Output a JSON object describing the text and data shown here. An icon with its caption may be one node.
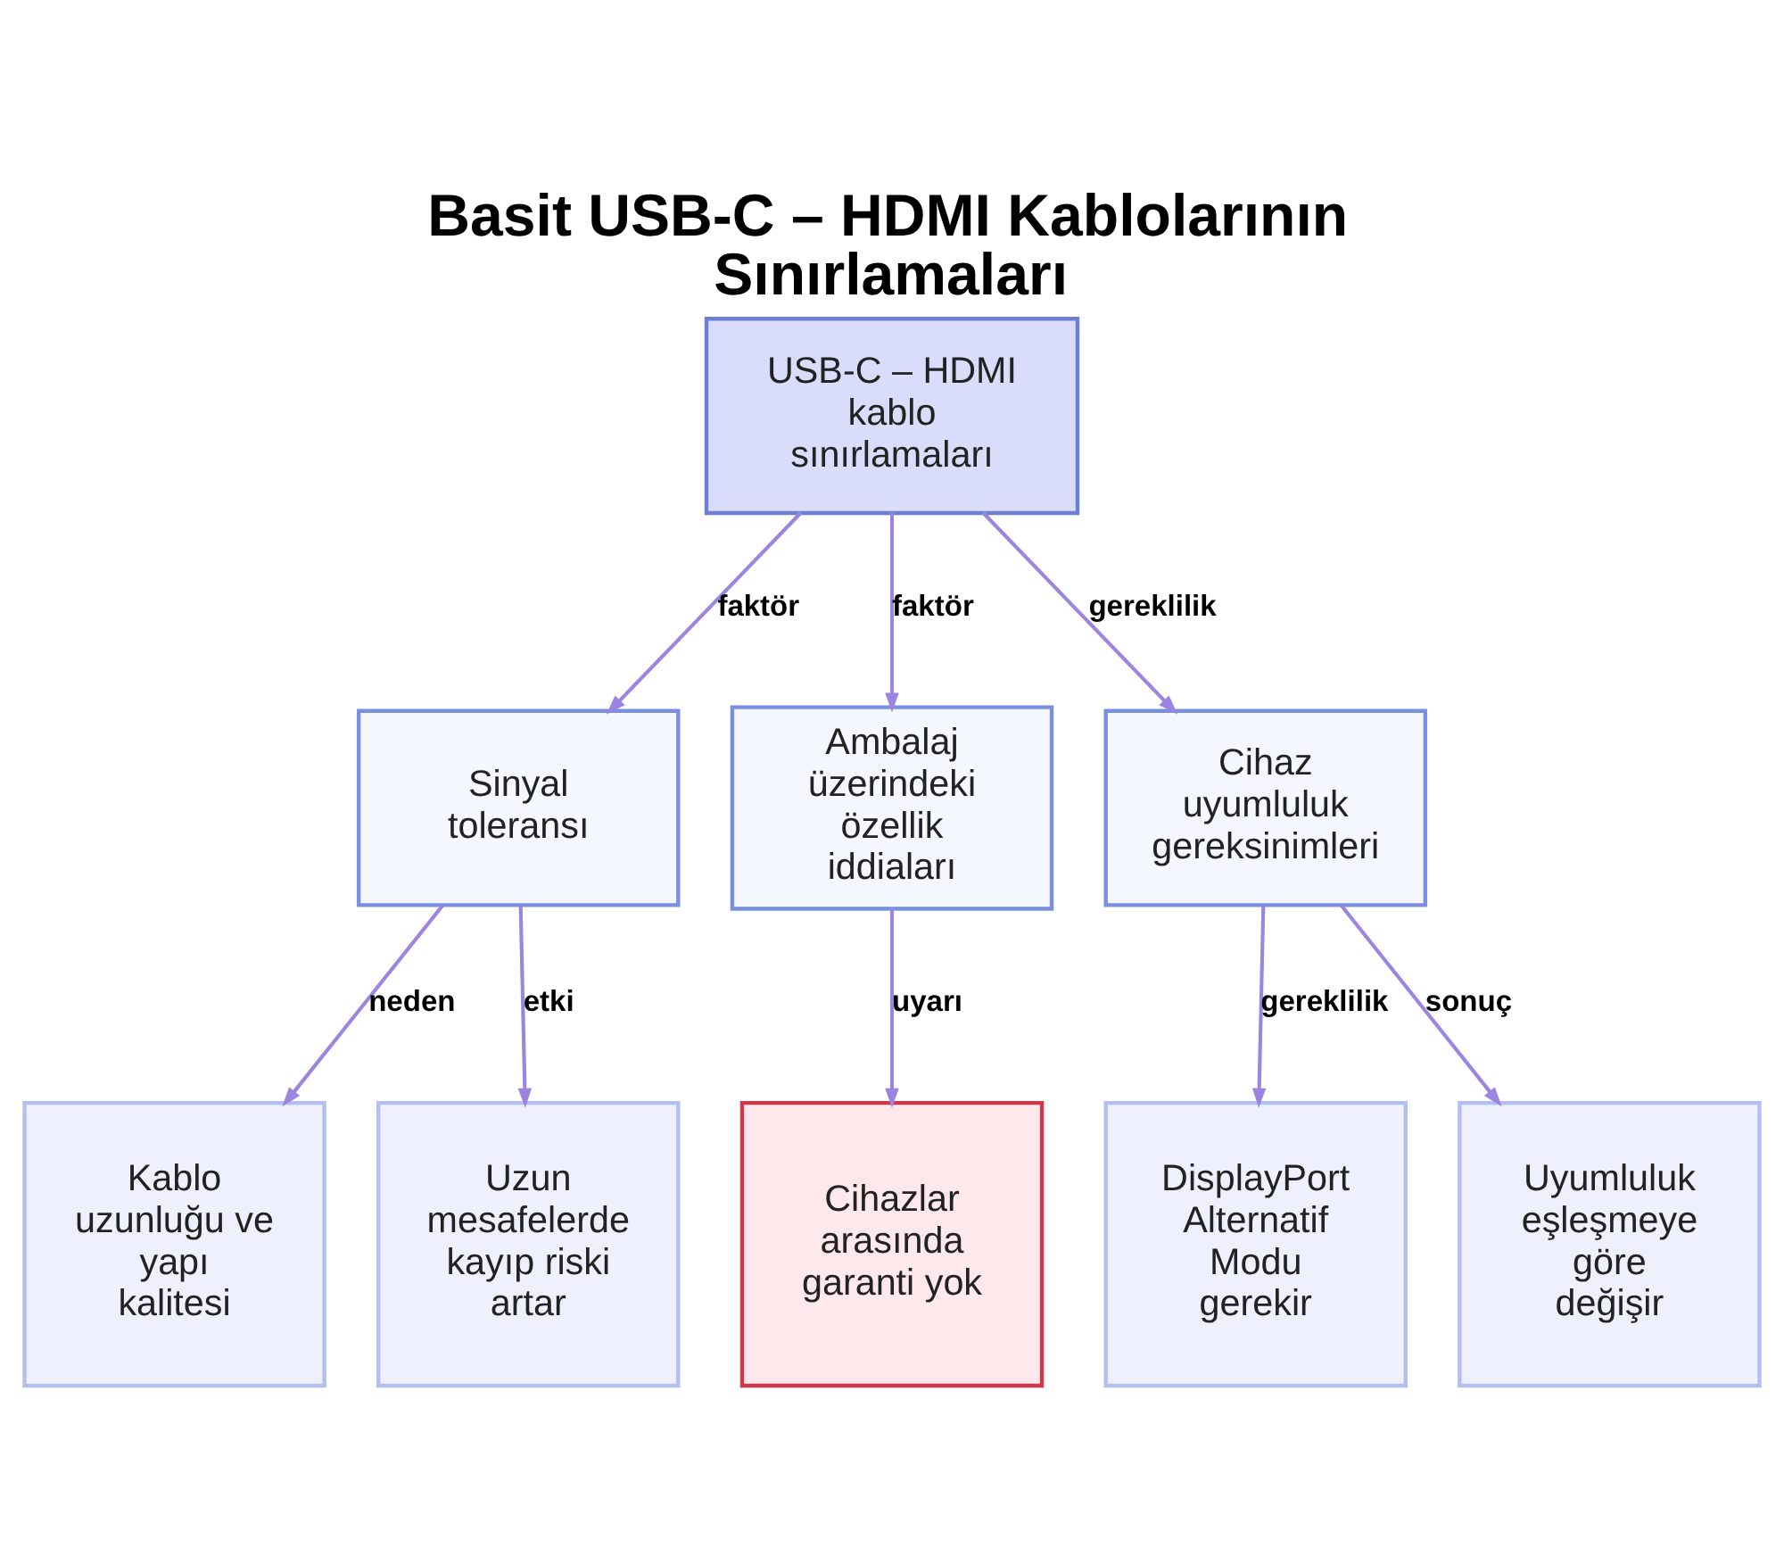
{
  "diagram": {
    "title": "Basit USB-C – HDMI Kablolarının Sınırlamaları",
    "nodes": [
      {
        "text": [
          "USB-C – HDMI kablo sınırlamaları"
        ]
      },
      {
        "text": [
          "Sinyal toleransı"
        ]
      },
      {
        "text": [
          "Ambalaj üzerindeki özellik iddiaları"
        ]
      },
      {
        "text": [
          "Cihaz uyumluluk gereksinimleri"
        ]
      },
      {
        "text": [
          "Kablo uzunluğu ve yapı kalitesi"
        ]
      },
      {
        "text": [
          "Uzun mesafelerde kayıp riski artar"
        ]
      },
      {
        "text": [
          "Cihazlar arasında garanti yok"
        ]
      },
      {
        "text": [
          "DisplayPort Alternatif Modu gerekir"
        ]
      },
      {
        "text": [
          "Uyumluluk eşleşmeye göre değişir"
        ]
      }
    ],
    "edges": [
      {
        "from": 0,
        "to": 1,
        "arrow": "to",
        "label": "faktör"
      },
      {
        "from": 0,
        "to": 2,
        "arrow": "to",
        "label": "faktör"
      },
      {
        "from": 0,
        "to": 3,
        "arrow": "to",
        "label": "gereklilik"
      },
      {
        "from": 1,
        "to": 4,
        "arrow": "to",
        "label": "neden"
      },
      {
        "from": 1,
        "to": 5,
        "arrow": "to",
        "label": "etki"
      },
      {
        "from": 2,
        "to": 6,
        "arrow": "to",
        "label": "uyarı"
      },
      {
        "from": 3,
        "to": 7,
        "arrow": "to",
        "label": "gereklilik"
      },
      {
        "from": 3,
        "to": 8,
        "arrow": "to",
        "label": "sonuç"
      }
    ]
  }
}
